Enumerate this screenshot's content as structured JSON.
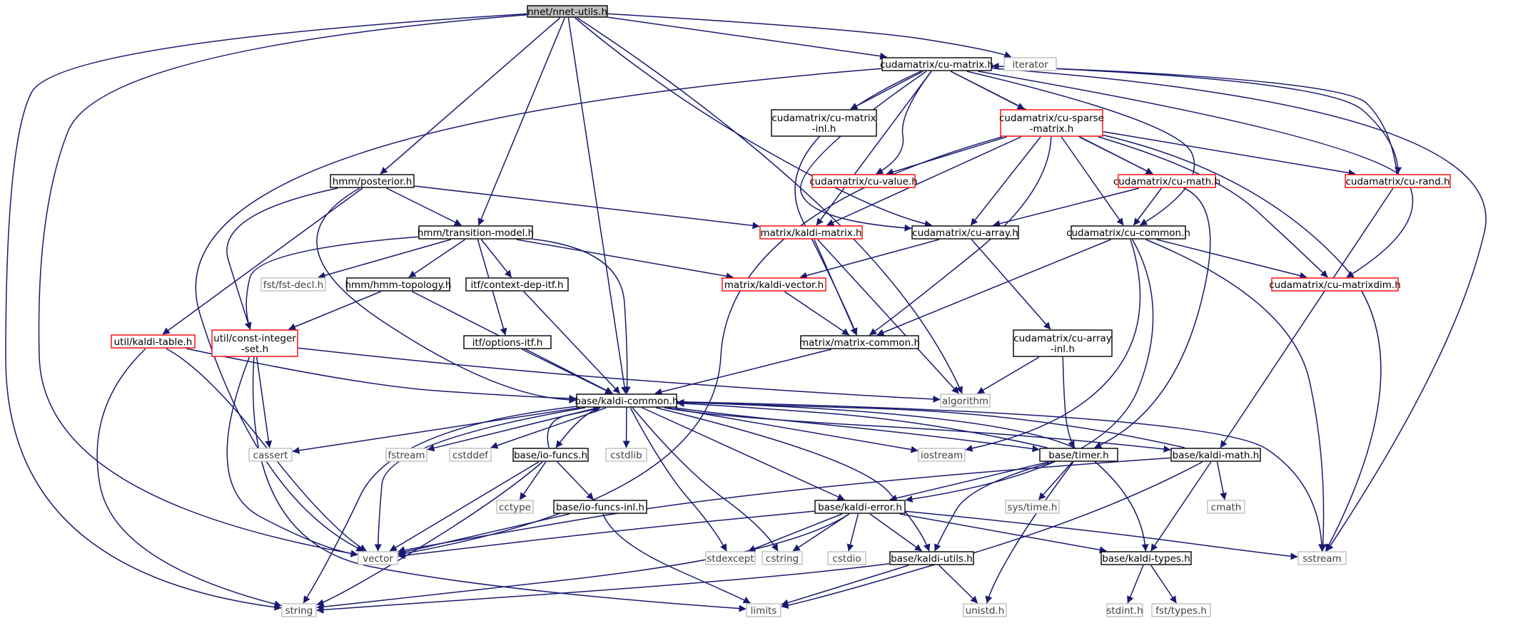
{
  "colors": {
    "edge": "#191970",
    "text": "#000000",
    "root_fill": "#bfbfbf",
    "root_border": "#000000",
    "normal_border": "#000000",
    "truncated_border": "#ff0000",
    "external_border": "#bfbfbf",
    "external_text": "#404040",
    "background": "#ffffff"
  },
  "graph": {
    "title": "nnet/nnet-utils.h",
    "nodes": [
      {
        "id": "root",
        "label": "nnet/nnet-utils.h",
        "kind": "root"
      },
      {
        "id": "cumatrix",
        "label": "cudamatrix/cu-matrix.h",
        "kind": "normal"
      },
      {
        "id": "iterator",
        "label": "iterator",
        "kind": "external"
      },
      {
        "id": "cumatrixinl",
        "label": "cudamatrix/cu-matrix\n-inl.h",
        "kind": "normal"
      },
      {
        "id": "cusparse",
        "label": "cudamatrix/cu-sparse\n-matrix.h",
        "kind": "truncated"
      },
      {
        "id": "cuvalue",
        "label": "cudamatrix/cu-value.h",
        "kind": "truncated"
      },
      {
        "id": "cumath",
        "label": "cudamatrix/cu-math.h",
        "kind": "truncated"
      },
      {
        "id": "curand",
        "label": "cudamatrix/cu-rand.h",
        "kind": "truncated"
      },
      {
        "id": "posterior",
        "label": "hmm/posterior.h",
        "kind": "normal"
      },
      {
        "id": "kaldimatrix",
        "label": "matrix/kaldi-matrix.h",
        "kind": "truncated"
      },
      {
        "id": "cuarray",
        "label": "cudamatrix/cu-array.h",
        "kind": "normal"
      },
      {
        "id": "cucommon",
        "label": "cudamatrix/cu-common.h",
        "kind": "normal"
      },
      {
        "id": "transition",
        "label": "hmm/transition-model.h",
        "kind": "normal"
      },
      {
        "id": "fstdecl",
        "label": "fst/fst-decl.h",
        "kind": "external"
      },
      {
        "id": "hmmtopo",
        "label": "hmm/hmm-topology.h",
        "kind": "normal"
      },
      {
        "id": "ctxdep",
        "label": "itf/context-dep-itf.h",
        "kind": "normal"
      },
      {
        "id": "kaldivector",
        "label": "matrix/kaldi-vector.h",
        "kind": "truncated"
      },
      {
        "id": "cumatrixdim",
        "label": "cudamatrix/cu-matrixdim.h",
        "kind": "truncated"
      },
      {
        "id": "kalditable",
        "label": "util/kaldi-table.h",
        "kind": "truncated"
      },
      {
        "id": "constint",
        "label": "util/const-integer\n-set.h",
        "kind": "truncated"
      },
      {
        "id": "optionsitf",
        "label": "itf/options-itf.h",
        "kind": "normal"
      },
      {
        "id": "matrixcommon",
        "label": "matrix/matrix-common.h",
        "kind": "normal"
      },
      {
        "id": "cuarrayinl",
        "label": "cudamatrix/cu-array\n-inl.h",
        "kind": "normal"
      },
      {
        "id": "algorithm",
        "label": "algorithm",
        "kind": "external"
      },
      {
        "id": "kaldicommon",
        "label": "base/kaldi-common.h",
        "kind": "normal"
      },
      {
        "id": "cassert",
        "label": "cassert",
        "kind": "external"
      },
      {
        "id": "fstream",
        "label": "fstream",
        "kind": "external"
      },
      {
        "id": "cstddef",
        "label": "cstddef",
        "kind": "external"
      },
      {
        "id": "iofuncs",
        "label": "base/io-funcs.h",
        "kind": "normal"
      },
      {
        "id": "cstdlib",
        "label": "cstdlib",
        "kind": "external"
      },
      {
        "id": "iostream",
        "label": "iostream",
        "kind": "external"
      },
      {
        "id": "timer",
        "label": "base/timer.h",
        "kind": "normal"
      },
      {
        "id": "kaldimath",
        "label": "base/kaldi-math.h",
        "kind": "normal"
      },
      {
        "id": "cctype",
        "label": "cctype",
        "kind": "external"
      },
      {
        "id": "iofuncsinl",
        "label": "base/io-funcs-inl.h",
        "kind": "normal"
      },
      {
        "id": "kaldierror",
        "label": "base/kaldi-error.h",
        "kind": "normal"
      },
      {
        "id": "systime",
        "label": "sys/time.h",
        "kind": "external"
      },
      {
        "id": "cmath",
        "label": "cmath",
        "kind": "external"
      },
      {
        "id": "vector",
        "label": "vector",
        "kind": "external"
      },
      {
        "id": "stdexcept",
        "label": "stdexcept",
        "kind": "external"
      },
      {
        "id": "cstring",
        "label": "cstring",
        "kind": "external"
      },
      {
        "id": "cstdio",
        "label": "cstdio",
        "kind": "external"
      },
      {
        "id": "kaldiutils",
        "label": "base/kaldi-utils.h",
        "kind": "normal"
      },
      {
        "id": "kalditypes",
        "label": "base/kaldi-types.h",
        "kind": "normal"
      },
      {
        "id": "sstream",
        "label": "sstream",
        "kind": "external"
      },
      {
        "id": "string",
        "label": "string",
        "kind": "external"
      },
      {
        "id": "limits",
        "label": "limits",
        "kind": "external"
      },
      {
        "id": "unistd",
        "label": "unistd.h",
        "kind": "external"
      },
      {
        "id": "stdint",
        "label": "stdint.h",
        "kind": "external"
      },
      {
        "id": "fsttypes",
        "label": "fst/types.h",
        "kind": "external"
      }
    ],
    "edges": [
      [
        "root",
        "cumatrix"
      ],
      [
        "root",
        "iterator"
      ],
      [
        "root",
        "posterior"
      ],
      [
        "root",
        "transition"
      ],
      [
        "root",
        "kaldicommon"
      ],
      [
        "root",
        "cuarray"
      ],
      [
        "root",
        "algorithm"
      ],
      [
        "root",
        "vector"
      ],
      [
        "root",
        "string"
      ],
      [
        "cumatrix",
        "cumatrixinl"
      ],
      [
        "cumatrix",
        "cusparse"
      ],
      [
        "cumatrix",
        "cuvalue"
      ],
      [
        "cumatrix",
        "cumath"
      ],
      [
        "cumatrix",
        "curand"
      ],
      [
        "cumatrix",
        "kaldimatrix"
      ],
      [
        "cumatrix",
        "cuarray"
      ],
      [
        "cumatrix",
        "cucommon"
      ],
      [
        "cumatrix",
        "cumatrixdim"
      ],
      [
        "cumatrix",
        "matrixcommon"
      ],
      [
        "cumatrix",
        "vector"
      ],
      [
        "cumatrix",
        "sstream"
      ],
      [
        "curand",
        "cumatrix"
      ],
      [
        "curand",
        "kaldimath"
      ],
      [
        "cusparse",
        "cuvalue"
      ],
      [
        "cusparse",
        "cumath"
      ],
      [
        "cusparse",
        "curand"
      ],
      [
        "cusparse",
        "kaldimatrix"
      ],
      [
        "cusparse",
        "cuarray"
      ],
      [
        "cusparse",
        "cucommon"
      ],
      [
        "cusparse",
        "cumatrixdim"
      ],
      [
        "cusparse",
        "matrixcommon"
      ],
      [
        "cusparse",
        "vector"
      ],
      [
        "cusparse",
        "sstream"
      ],
      [
        "cumath",
        "cuarray"
      ],
      [
        "cumath",
        "cucommon"
      ],
      [
        "cumath",
        "timer"
      ],
      [
        "posterior",
        "kalditable"
      ],
      [
        "posterior",
        "constint"
      ],
      [
        "posterior",
        "transition"
      ],
      [
        "posterior",
        "kaldimatrix"
      ],
      [
        "posterior",
        "kaldicommon"
      ],
      [
        "transition",
        "fstdecl"
      ],
      [
        "transition",
        "hmmtopo"
      ],
      [
        "transition",
        "ctxdep"
      ],
      [
        "transition",
        "optionsitf"
      ],
      [
        "transition",
        "kaldivector"
      ],
      [
        "transition",
        "constint"
      ],
      [
        "transition",
        "kaldicommon"
      ],
      [
        "kaldimatrix",
        "matrixcommon"
      ],
      [
        "kaldimatrix",
        "algorithm"
      ],
      [
        "cuarray",
        "kaldivector"
      ],
      [
        "cuarray",
        "cuarrayinl"
      ],
      [
        "cucommon",
        "cumatrixdim"
      ],
      [
        "cucommon",
        "matrixcommon"
      ],
      [
        "cucommon",
        "iostream"
      ],
      [
        "cucommon",
        "kaldierror"
      ],
      [
        "cucommon",
        "sstream"
      ],
      [
        "hmmtopo",
        "constint"
      ],
      [
        "hmmtopo",
        "kaldicommon"
      ],
      [
        "ctxdep",
        "kaldicommon"
      ],
      [
        "optionsitf",
        "kaldicommon"
      ],
      [
        "kaldivector",
        "matrixcommon"
      ],
      [
        "matrixcommon",
        "kaldicommon"
      ],
      [
        "cuarrayinl",
        "algorithm"
      ],
      [
        "cuarrayinl",
        "timer"
      ],
      [
        "kalditable",
        "kaldicommon"
      ],
      [
        "kalditable",
        "vector"
      ],
      [
        "kalditable",
        "string"
      ],
      [
        "constint",
        "cassert"
      ],
      [
        "constint",
        "vector"
      ],
      [
        "constint",
        "limits"
      ],
      [
        "constint",
        "algorithm"
      ],
      [
        "kaldicommon",
        "cassert"
      ],
      [
        "kaldicommon",
        "fstream"
      ],
      [
        "kaldicommon",
        "cstddef"
      ],
      [
        "kaldicommon",
        "iofuncs"
      ],
      [
        "kaldicommon",
        "cstdlib"
      ],
      [
        "kaldicommon",
        "iostream"
      ],
      [
        "kaldicommon",
        "timer"
      ],
      [
        "kaldicommon",
        "kaldimath"
      ],
      [
        "kaldicommon",
        "kaldierror"
      ],
      [
        "kaldicommon",
        "kaldiutils"
      ],
      [
        "kaldicommon",
        "kalditypes"
      ],
      [
        "kaldicommon",
        "vector"
      ],
      [
        "kaldicommon",
        "string"
      ],
      [
        "kaldicommon",
        "stdexcept"
      ],
      [
        "kaldicommon",
        "cstring"
      ],
      [
        "kaldicommon",
        "sstream"
      ],
      [
        "iofuncs",
        "kaldicommon"
      ],
      [
        "iofuncs",
        "cctype"
      ],
      [
        "iofuncs",
        "iofuncsinl"
      ],
      [
        "iofuncs",
        "vector"
      ],
      [
        "iofuncs",
        "string"
      ],
      [
        "iofuncsinl",
        "vector"
      ],
      [
        "iofuncsinl",
        "limits"
      ],
      [
        "timer",
        "kaldicommon"
      ],
      [
        "timer",
        "systime"
      ],
      [
        "timer",
        "unistd"
      ],
      [
        "timer",
        "kaldierror"
      ],
      [
        "timer",
        "kaldiutils"
      ],
      [
        "kaldimath",
        "kaldicommon"
      ],
      [
        "kaldimath",
        "cmath"
      ],
      [
        "kaldimath",
        "limits"
      ],
      [
        "kaldimath",
        "vector"
      ],
      [
        "kaldimath",
        "kalditypes"
      ],
      [
        "kaldierror",
        "stdexcept"
      ],
      [
        "kaldierror",
        "cstring"
      ],
      [
        "kaldierror",
        "cstdio"
      ],
      [
        "kaldierror",
        "kaldiutils"
      ],
      [
        "kaldierror",
        "kalditypes"
      ],
      [
        "kaldierror",
        "sstream"
      ],
      [
        "kaldierror",
        "vector"
      ],
      [
        "kaldierror",
        "string"
      ],
      [
        "kaldiutils",
        "limits"
      ],
      [
        "kaldiutils",
        "unistd"
      ],
      [
        "kaldiutils",
        "string"
      ],
      [
        "kalditypes",
        "stdint"
      ],
      [
        "kalditypes",
        "fsttypes"
      ]
    ]
  }
}
